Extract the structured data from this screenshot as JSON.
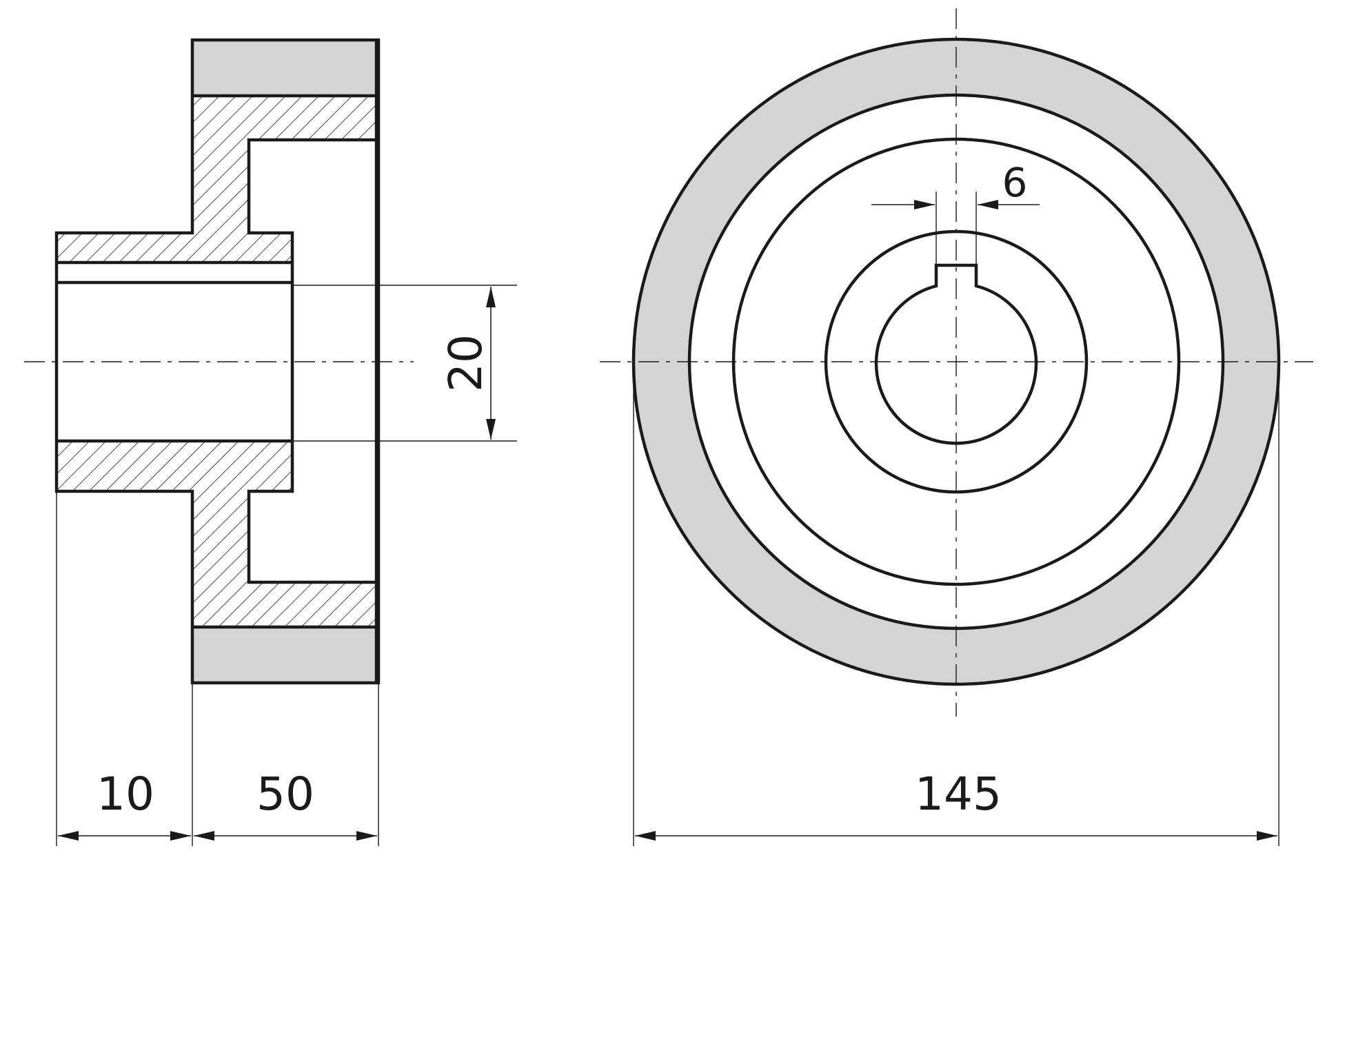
{
  "colors": {
    "line": "#1a1a1a",
    "fill_gray": "#d3d4d6",
    "background": "#ffffff"
  },
  "dimensions": {
    "hub_length": "10",
    "rim_width": "50",
    "bore_diameter": "20",
    "outer_diameter": "145",
    "keyway_width": "6"
  }
}
